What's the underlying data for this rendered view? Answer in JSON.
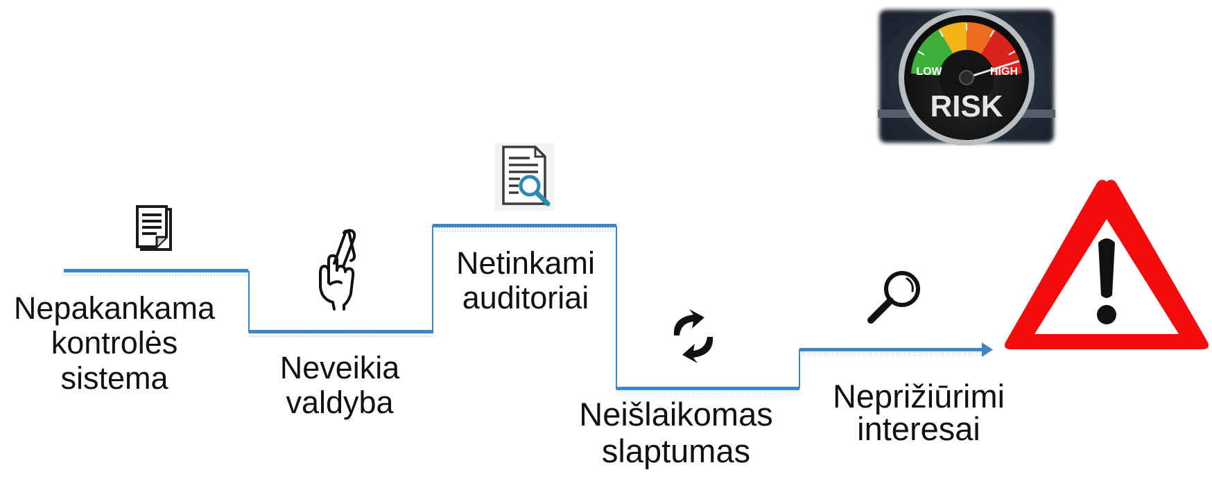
{
  "steps": [
    {
      "lines": [
        "Nepakankama",
        "kontrolės",
        "sistema"
      ],
      "icon": "document-icon"
    },
    {
      "lines": [
        "Neveikia",
        "valdyba"
      ],
      "icon": "crossed-fingers-icon"
    },
    {
      "lines": [
        "Netinkami",
        "auditoriai"
      ],
      "icon": "document-search-icon"
    },
    {
      "lines": [
        "Neišlaikomas",
        "slaptumas"
      ],
      "icon": "refresh-icon"
    },
    {
      "lines": [
        "Neprižiūrimi",
        "interesai"
      ],
      "icon": "magnifier-icon"
    }
  ],
  "gauge": {
    "low_label": "LOW",
    "high_label": "HIGH",
    "center_label": "RISK",
    "zone_colors": [
      "#3cae3a",
      "#f2b318",
      "#ee6a1f",
      "#d9231f"
    ]
  },
  "warning_sign": {
    "icon": "warning-triangle-icon",
    "color": "#f20c0c"
  },
  "colors": {
    "step_line": "#3b86c6",
    "connector": "#3b86c6",
    "arrow": "#3b86c6"
  }
}
